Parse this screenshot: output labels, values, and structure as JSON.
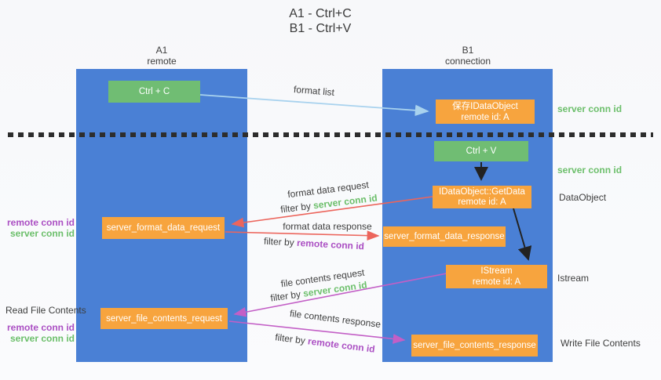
{
  "colors": {
    "lifeline_blue": "#4a80d5",
    "action_green": "#70bd73",
    "message_orange": "#f7a43e",
    "arrow_blue": "#a8d2ee",
    "arrow_red": "#ec655c",
    "arrow_magenta": "#c35fc6",
    "arrow_black": "#222222",
    "conn_green": "#6cbf6b",
    "conn_purple": "#ab4fc3"
  },
  "title": {
    "line1": "A1 - Ctrl+C",
    "line2": "B1 - Ctrl+V"
  },
  "lifelines": {
    "left": {
      "line1": "A1",
      "line2": "remote"
    },
    "right": {
      "line1": "B1",
      "line2": "connection"
    }
  },
  "boxes": {
    "ctrl_c": {
      "label": "Ctrl + C"
    },
    "ctrl_v": {
      "label": "Ctrl + V"
    },
    "save_dataobject": {
      "line1": "保存IDataObject",
      "line2": "remote id: A"
    },
    "getdata": {
      "line1": "IDataObject::GetData",
      "line2": "remote id: A"
    },
    "istream": {
      "line1": "IStream",
      "line2": "remote id: A"
    },
    "server_format_data_request": {
      "label": "server_format_data_request"
    },
    "server_format_data_response": {
      "label": "server_format_data_response"
    },
    "server_file_contents_request": {
      "label": "server_file_contents_request"
    },
    "server_file_contents_response": {
      "label": "server_file_contents_response"
    }
  },
  "arrows": {
    "format_list": {
      "label": "format list"
    },
    "format_data_request": {
      "label": "format data request",
      "filter_prefix": "filter by ",
      "filter_key": "server conn id"
    },
    "format_data_response": {
      "label": "format data response",
      "filter_prefix": "filter by ",
      "filter_key": "remote conn id"
    },
    "file_contents_request": {
      "label": "file contents request",
      "filter_prefix": "filter by ",
      "filter_key": "server conn id"
    },
    "file_contents_response": {
      "label": "file contents response",
      "filter_prefix": "filter by ",
      "filter_key": "remote conn id"
    }
  },
  "side_labels": {
    "right_conn_top": "server conn id",
    "right_conn_mid": "server conn id",
    "dataobject": "DataObject",
    "istream": "Istream",
    "write_file_contents": "Write File Contents",
    "read_file_contents": "Read File Contents",
    "left_top_remote": "remote conn id",
    "left_top_server": "server conn id",
    "left_bottom_remote": "remote conn id",
    "left_bottom_server": "server conn id"
  }
}
